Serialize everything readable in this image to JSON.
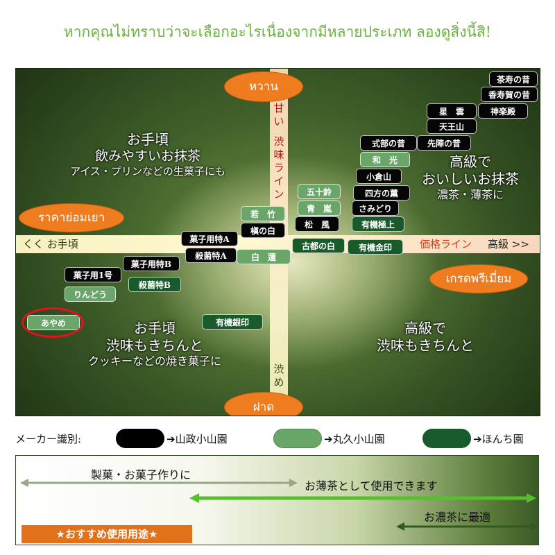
{
  "headline": "หากคุณไม่ทราบว่าจะเลือกอะไรเนื่องจากมีหลายประเภท ลองดูสิ่งนี้สิ!",
  "axes": {
    "vertical_label_top": [
      "甘",
      "い",
      "",
      "渋",
      "味",
      "ラ",
      "イ",
      "ン"
    ],
    "vertical_label_bottom": [
      "渋",
      "め"
    ],
    "horizontal_left": "くく お手頃",
    "horizontal_right_red": "価格ライン",
    "horizontal_right": "高級 >>",
    "pill_top": "หวาน",
    "pill_bottom": "ฝาด",
    "pill_left": "ราคาย่อมเยา",
    "pill_right": "เกรดพรีเมี่ยม"
  },
  "quadrants": {
    "top_left": [
      "お手頃",
      "飲みやすいお抹茶",
      "アイス・プリンなどの生菓子にも"
    ],
    "top_right": [
      "高級で",
      "おいしいお抹茶",
      "濃茶・薄茶に"
    ],
    "bottom_left": [
      "お手頃",
      "渋味もきちんと",
      "クッキーなどの焼き菓子に"
    ],
    "bottom_right": [
      "高級で",
      "渋味もきちんと"
    ]
  },
  "chart_data": {
    "type": "scatter",
    "x_axis": "価格ライン",
    "y_axis": "甘い 渋味ライン",
    "series": [
      {
        "name": "山政小山園",
        "color": "#000000",
        "points": [
          {
            "label": "茶寿の昔"
          },
          {
            "label": "香寿賀の昔"
          },
          {
            "label": "星　雲"
          },
          {
            "label": "神楽殿"
          },
          {
            "label": "天王山"
          },
          {
            "label": "式部の昔"
          },
          {
            "label": "先陣の昔"
          },
          {
            "label": "小倉山"
          },
          {
            "label": "四方の薫"
          },
          {
            "label": "さみどり"
          },
          {
            "label": "槇の白"
          },
          {
            "label": "松　風"
          },
          {
            "label": "菓子用特A"
          },
          {
            "label": "殺菌特A"
          },
          {
            "label": "菓子用特B"
          },
          {
            "label": "菓子用1号"
          }
        ]
      },
      {
        "name": "丸久小山園",
        "color": "#6aa56a",
        "points": [
          {
            "label": "和　光"
          },
          {
            "label": "五十鈴"
          },
          {
            "label": "青　嵐"
          },
          {
            "label": "若　竹"
          },
          {
            "label": "白　蓮"
          },
          {
            "label": "りんどう"
          },
          {
            "label": "あやめ"
          }
        ]
      },
      {
        "name": "ほんち園",
        "color": "#195a2a",
        "points": [
          {
            "label": "有機極上"
          },
          {
            "label": "古都の白"
          },
          {
            "label": "有機金印"
          },
          {
            "label": "殺菌特B"
          },
          {
            "label": "有機銀印"
          }
        ]
      }
    ],
    "highlighted": "あやめ"
  },
  "legend": {
    "title": "メーカー識別:",
    "items": [
      {
        "style": "black",
        "label": "➔山政小山園"
      },
      {
        "style": "light",
        "label": "➔丸久小山園"
      },
      {
        "style": "dark",
        "label": "➔ほんち園"
      }
    ]
  },
  "usage": {
    "row1": "製菓・お菓子作りに",
    "row2": "お薄茶として使用できます",
    "row3": "お濃茶に最適",
    "badge": "★おすすめ使用用途★",
    "colors": {
      "row1": "#9aa68a",
      "row2": "#56c02c",
      "row3": "#2f5a20"
    }
  }
}
